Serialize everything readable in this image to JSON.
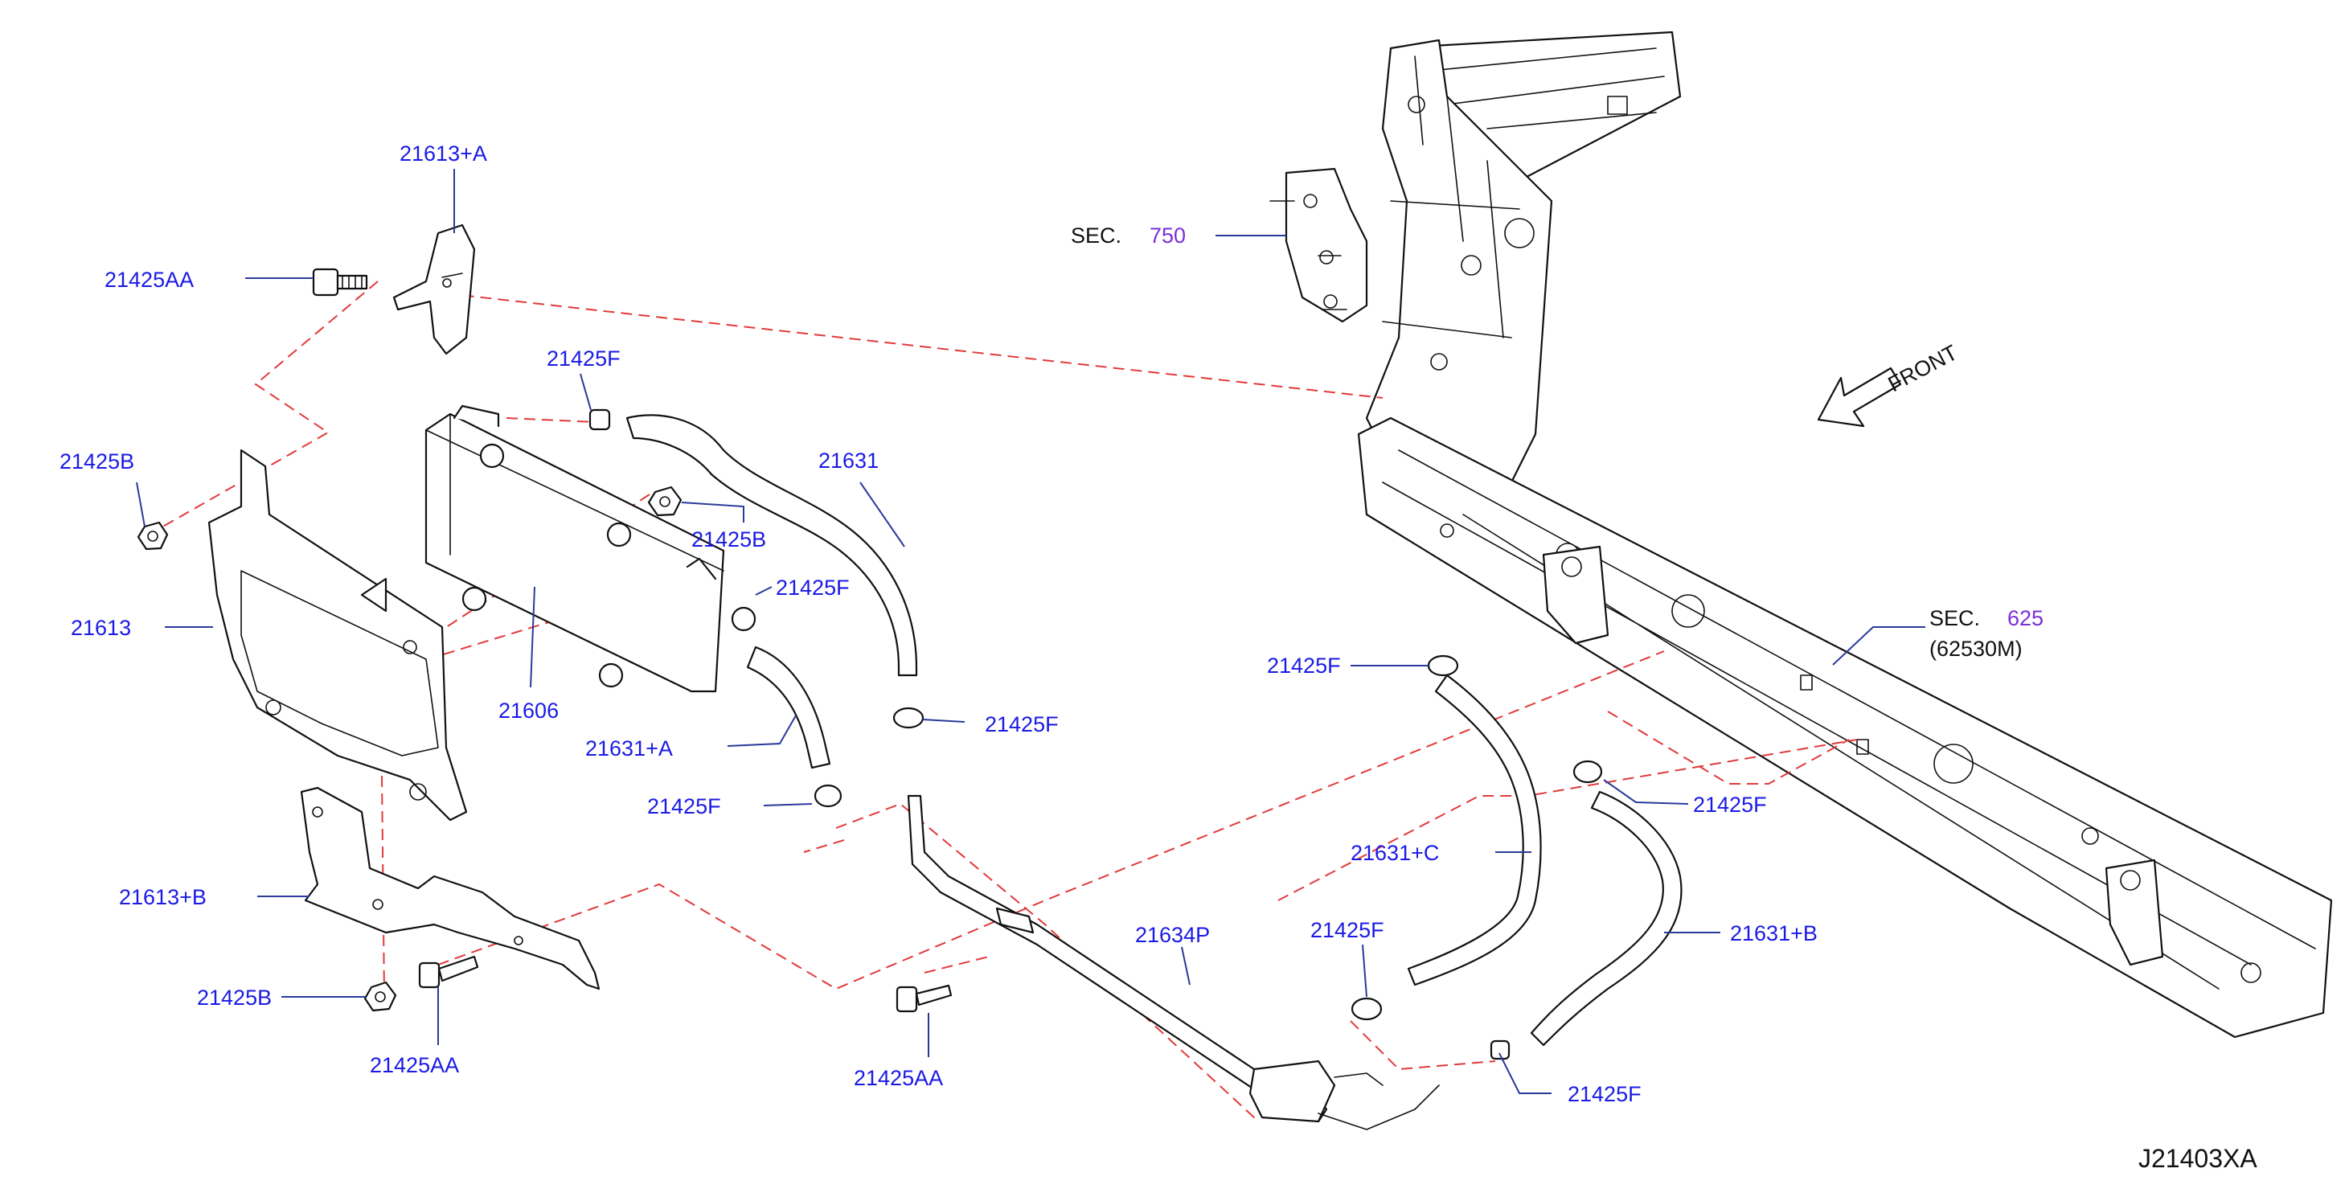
{
  "labels": {
    "p21613A": "21613+A",
    "p21425AA_top": "21425AA",
    "p21425F_top": "21425F",
    "p21425B_left": "21425B",
    "p21631": "21631",
    "p21425B_mid": "21425B",
    "p21425F_mid": "21425F",
    "p21613": "21613",
    "p21606": "21606",
    "p21631A": "21631+A",
    "p21425F_tube": "21425F",
    "p21425F_lower": "21425F",
    "p21613B": "21613+B",
    "p21425B_bottom": "21425B",
    "p21425AA_bottom": "21425AA",
    "p21425AA_center": "21425AA",
    "p21634P": "21634P",
    "p21425F_center": "21425F",
    "p21425F_right1": "21425F",
    "p21631C": "21631+C",
    "p21425F_right2": "21425F",
    "p21631B": "21631+B",
    "p21425F_right3": "21425F",
    "sec750_prefix": "SEC.",
    "sec750_num": "750",
    "sec625_prefix": "SEC.",
    "sec625_num": "625",
    "sec625_sub": "(62530M)",
    "front": "FRONT",
    "diagram_id": "J21403XA"
  },
  "colors": {
    "part_number": "#1a1ae6",
    "section_ref": "#7a2fd6",
    "leader_line": "#2a3a9a",
    "dashed_guide": "#e23a3a"
  }
}
